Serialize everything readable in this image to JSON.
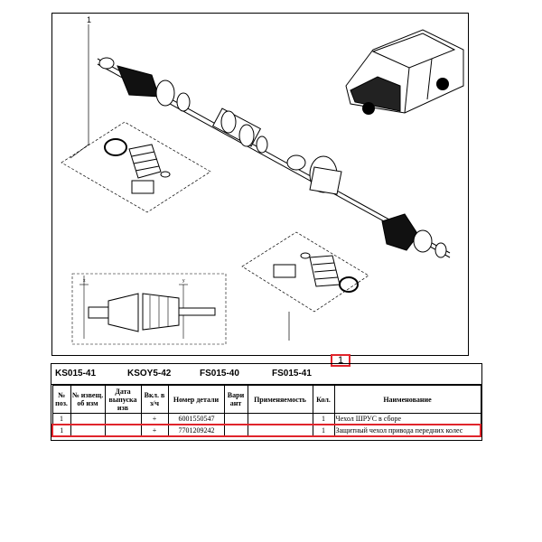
{
  "diagram": {
    "top_callout": "1",
    "bottom_callout": "1",
    "detail_labels": {
      "x": "x",
      "y": "y"
    }
  },
  "kits": [
    "KS015-41",
    "KSOY5-42",
    "FS015-40",
    "FS015-41"
  ],
  "table": {
    "headers": [
      "№ поз.",
      "№ извещ. об изм",
      "Дата выпуска изв",
      "Вкл. в з/ч",
      "Номер детали",
      "Вари ант",
      "Применяемость",
      "Кол.",
      "Наименование"
    ],
    "rows": [
      {
        "pos": "1",
        "notice": "",
        "date": "",
        "incl": "+",
        "part": "6001550547",
        "variant": "",
        "applic": "",
        "qty": "1",
        "name": "Чехол ШРУС в сборе"
      },
      {
        "pos": "1",
        "notice": "",
        "date": "",
        "incl": "+",
        "part": "7701209242",
        "variant": "",
        "applic": "",
        "qty": "1",
        "name": "Защитный чехол привода передних колес"
      }
    ]
  },
  "colors": {
    "highlight": "#e0242b",
    "line": "#000000"
  }
}
